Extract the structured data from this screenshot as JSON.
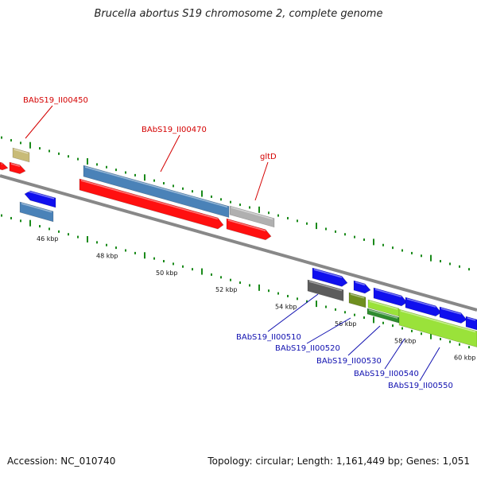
{
  "title": "Brucella abortus S19 chromosome 2, complete genome",
  "footer": {
    "accession": "Accession: NC_010740",
    "stats": "Topology: circular; Length: 1,161,449 bp; Genes: 1,051"
  },
  "colors": {
    "backbone": "#888888",
    "tick": "#1a8a1a",
    "label_above": "#d40000",
    "label_below": "#1010b0",
    "gene_red": "#ff1010",
    "gene_blue": "#1010ee",
    "gene_steelblue": "#4a82b8",
    "gene_khaki": "#c8bb78",
    "gene_lightgray": "#b0b0b0",
    "gene_darkgray": "#5c5c5c",
    "gene_olive": "#6f8f1f",
    "gene_limegreen": "#9ae23a",
    "gene_darkgreen": "#2e8b2e"
  },
  "scale": {
    "unit": "kbp",
    "labels": [
      {
        "kbp": 46,
        "text": "46 kbp"
      },
      {
        "kbp": 48,
        "text": "48 kbp"
      },
      {
        "kbp": 50,
        "text": "50 kbp"
      },
      {
        "kbp": 52,
        "text": "52 kbp"
      },
      {
        "kbp": 54,
        "text": "54 kbp"
      },
      {
        "kbp": 56,
        "text": "56 kbp"
      },
      {
        "kbp": 58,
        "text": "58 kbp"
      },
      {
        "kbp": 60,
        "text": "60 kbp"
      }
    ]
  },
  "gene_labels": [
    {
      "text": "BAbS19_II00450",
      "side": "above"
    },
    {
      "text": "BAbS19_II00470",
      "side": "above"
    },
    {
      "text": "gltD",
      "side": "above"
    },
    {
      "text": "BAbS19_II00510",
      "side": "below"
    },
    {
      "text": "BAbS19_II00520",
      "side": "below"
    },
    {
      "text": "BAbS19_II00530",
      "side": "below"
    },
    {
      "text": "BAbS19_II00540",
      "side": "below"
    },
    {
      "text": "BAbS19_II00550",
      "side": "below"
    }
  ]
}
